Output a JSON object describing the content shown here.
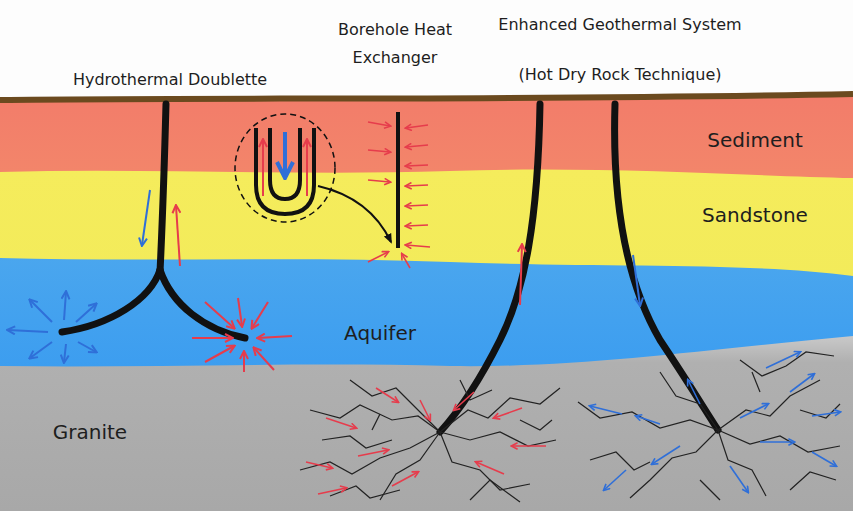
{
  "diagram": {
    "labels": [
      "Hydrothermal Doublette",
      "Borehole Heat Exchanger",
      "Enhanced Geothermal System (Hot Dry Rock Technique)",
      "Sediment",
      "Sandstone",
      "Aquifer",
      "Granite"
    ]
  }
}
